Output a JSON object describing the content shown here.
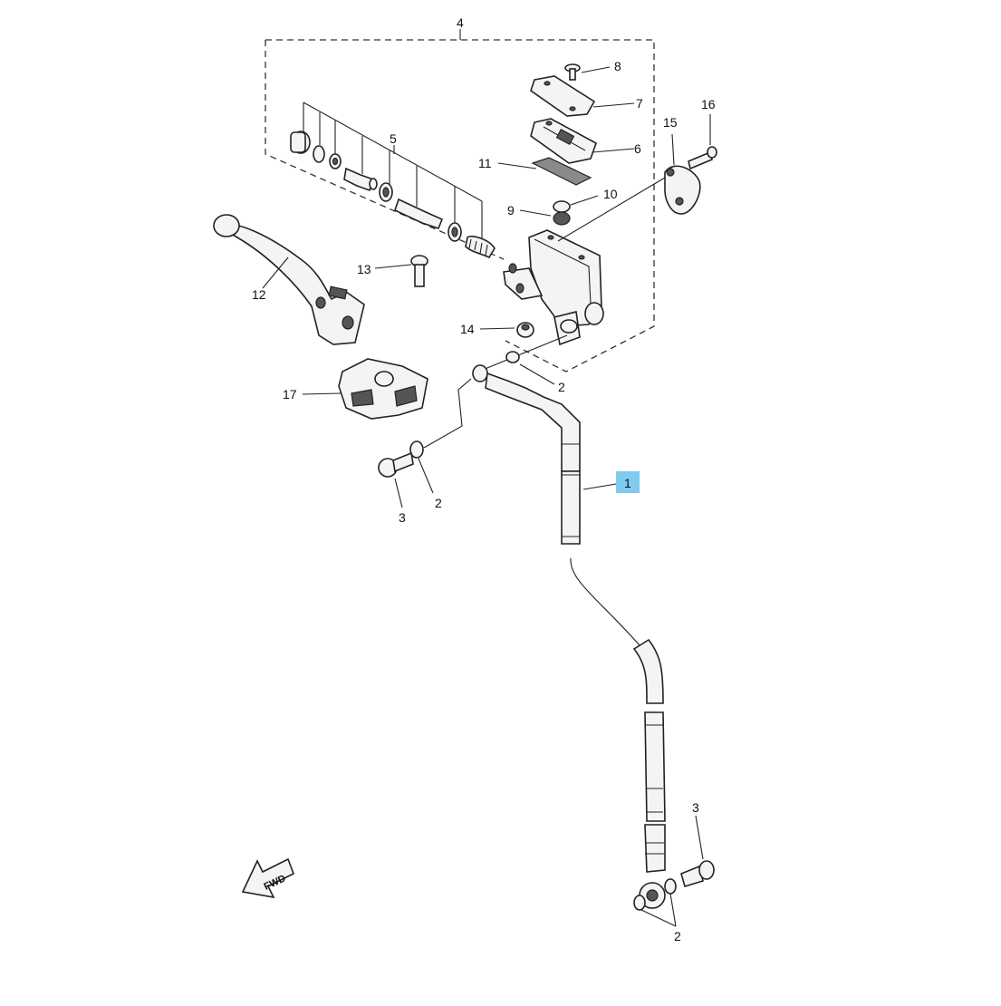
{
  "labels": {
    "p1": "1",
    "p2a": "2",
    "p2b": "2",
    "p2c": "2",
    "p3a": "3",
    "p3b": "3",
    "p4": "4",
    "p5": "5",
    "p6": "6",
    "p7": "7",
    "p8": "8",
    "p9": "9",
    "p10": "10",
    "p11": "11",
    "p12": "12",
    "p13": "13",
    "p14": "14",
    "p15": "15",
    "p16": "16",
    "p17": "17",
    "fwd": "FWD"
  },
  "colors": {
    "highlight": "#7ecbef",
    "ink": "#222222"
  }
}
